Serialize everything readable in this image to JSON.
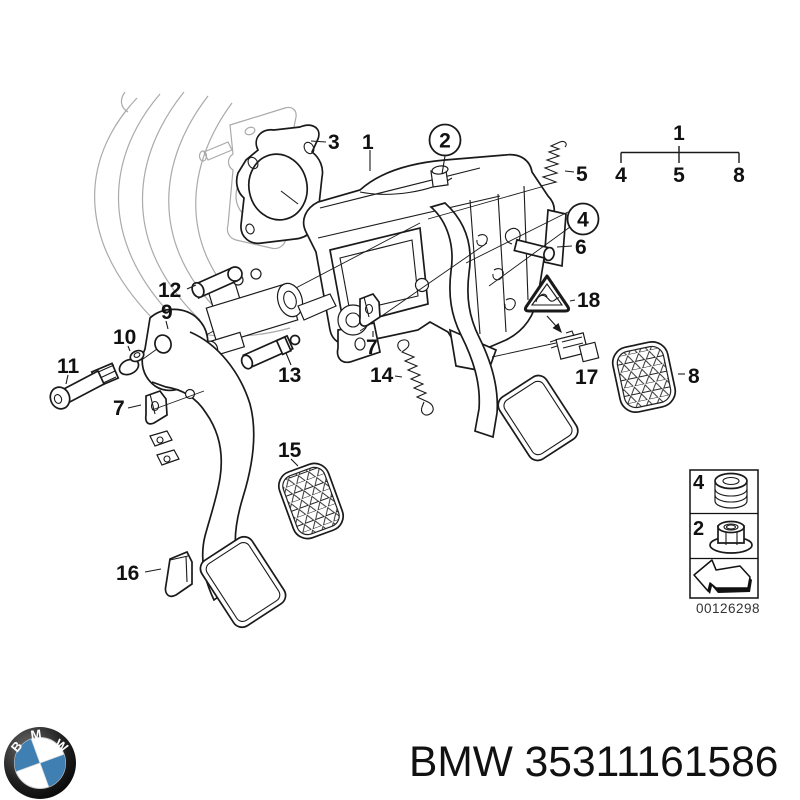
{
  "callouts": {
    "item1": "1",
    "item2": "2",
    "item3": "3",
    "item4": "4",
    "item5": "5",
    "item6": "6",
    "item7_left": "7",
    "item7_right": "7",
    "item8": "8",
    "item9": "9",
    "item10": "10",
    "item11": "11",
    "item12": "12",
    "item13": "13",
    "item14": "14",
    "item15": "15",
    "item16": "16",
    "item17": "17",
    "item18": "18"
  },
  "legend": {
    "parent": "1",
    "child1": "4",
    "child2": "5",
    "child3": "8"
  },
  "inset": {
    "row1_number": "4",
    "row2_number": "2",
    "image_code": "00126298"
  },
  "footer": {
    "logo_letter_b": "B",
    "logo_letter_m": "M",
    "logo_letter_w": "W",
    "part_label": "BMW 35311161586"
  },
  "colors": {
    "line": "#1a1a1a",
    "sketch": "#aaaaaa",
    "logo_blue": "#3f7fb2",
    "background": "#ffffff"
  }
}
